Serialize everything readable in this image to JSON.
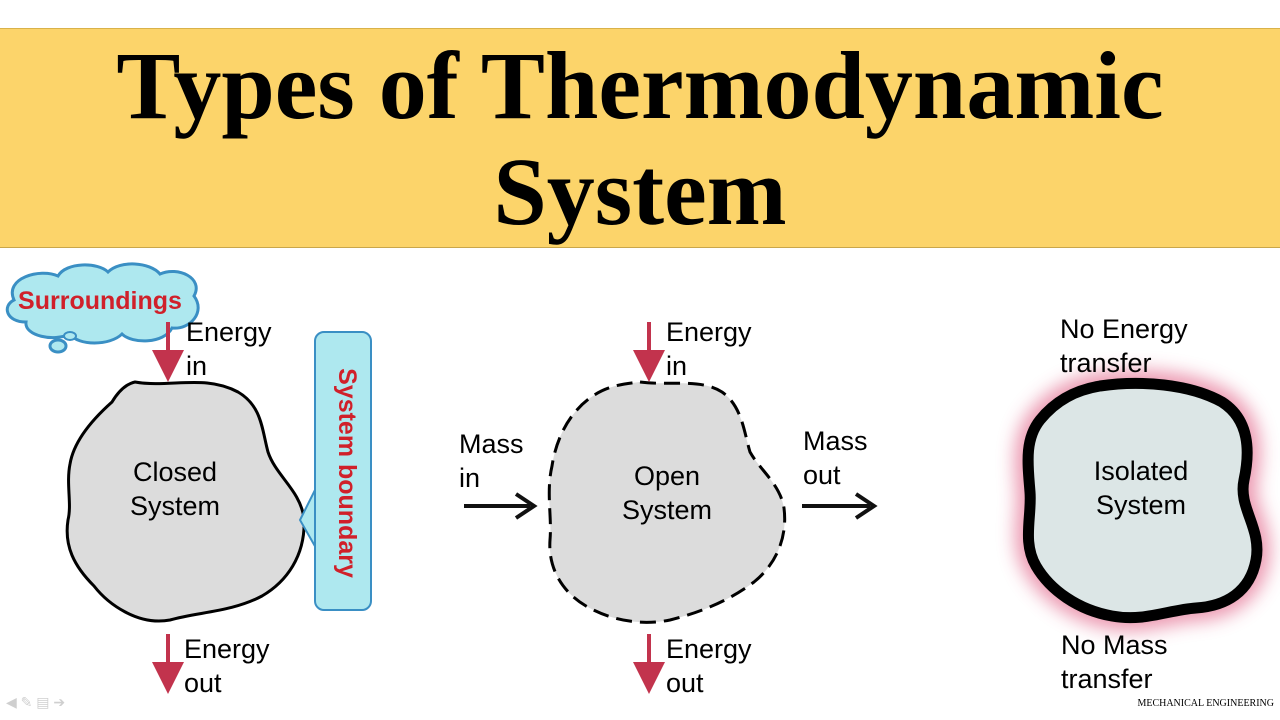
{
  "title": {
    "line1": "Types of Thermodynamic",
    "line2": "System"
  },
  "closed": {
    "surroundings": "Surroundings",
    "energy_in": [
      "Energy",
      "in"
    ],
    "energy_out": [
      "Energy",
      "out"
    ],
    "system": [
      "Closed",
      "System"
    ],
    "boundary": "System boundary"
  },
  "open": {
    "energy_in": [
      "Energy",
      "in"
    ],
    "energy_out": [
      "Energy",
      "out"
    ],
    "mass_in": [
      "Mass",
      "in"
    ],
    "mass_out": [
      "Mass",
      "out"
    ],
    "system": [
      "Open",
      "System"
    ]
  },
  "isolated": {
    "no_energy": [
      "No Energy",
      "transfer"
    ],
    "no_mass": [
      "No Mass",
      "transfer"
    ],
    "system": [
      "Isolated",
      "System"
    ]
  },
  "footer": "MECHANICAL ENGINEERING",
  "colors": {
    "banner": "#fcd46a",
    "arrow_red": "#c2334d",
    "system_fill": "#dcdcdc",
    "cloud": "#aee8ef",
    "glow": "#e98aa6"
  }
}
